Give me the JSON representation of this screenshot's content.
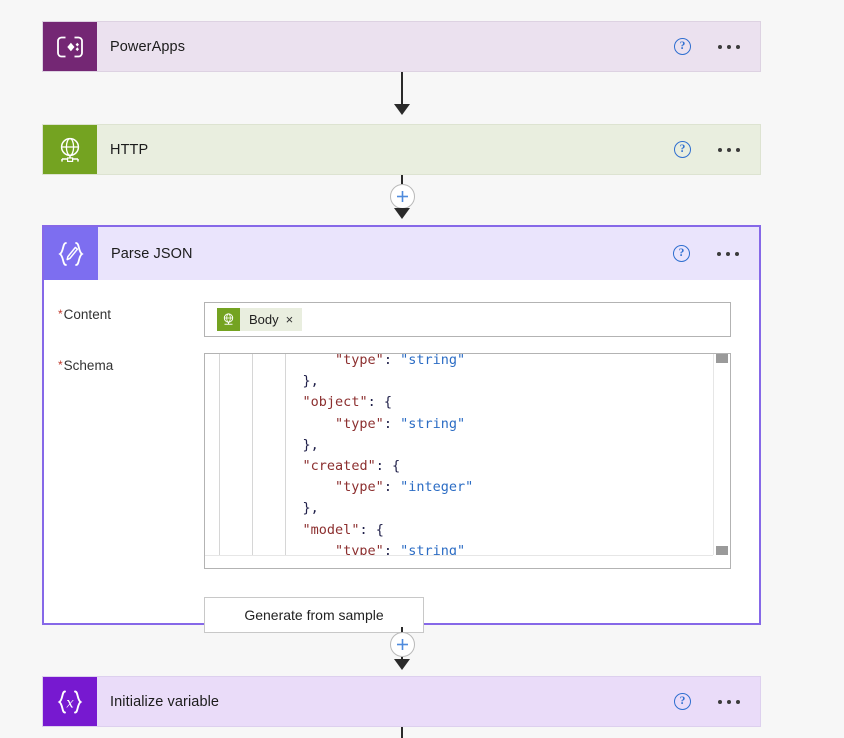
{
  "flow": {
    "nodes": [
      {
        "id": "powerapps",
        "title": "PowerApps",
        "icon": "powerapps-icon",
        "help_label": "?",
        "tile_color": "#742774",
        "row_color": "#EBE1EF"
      },
      {
        "id": "http",
        "title": "HTTP",
        "icon": "globe-network-icon",
        "help_label": "?",
        "tile_color": "#74A321",
        "row_color": "#E9EEDF"
      },
      {
        "id": "parse-json",
        "title": "Parse JSON",
        "icon": "json-braces-pencil-icon",
        "help_label": "?",
        "tile_color": "#7D6EF0",
        "row_color": "#EAE4FC",
        "border_color": "#8668E8"
      },
      {
        "id": "initialize-variable",
        "title": "Initialize variable",
        "icon": "braces-x-variable-icon",
        "help_label": "?",
        "tile_color": "#7719D0",
        "row_color": "#EADCF9"
      }
    ]
  },
  "parse_json": {
    "content_field": {
      "label": "Content",
      "required_marker": "*",
      "token": {
        "text": "Body",
        "icon": "globe-network-icon",
        "remove_label": "×"
      }
    },
    "schema_field": {
      "label": "Schema",
      "required_marker": "*",
      "lines": [
        [
          {
            "t": "                ",
            "c": "p"
          },
          {
            "t": "\"type\"",
            "c": "k"
          },
          {
            "t": ": ",
            "c": "p"
          },
          {
            "t": "\"string\"",
            "c": "v"
          }
        ],
        [
          {
            "t": "            },",
            "c": "p"
          }
        ],
        [
          {
            "t": "            ",
            "c": "p"
          },
          {
            "t": "\"object\"",
            "c": "k"
          },
          {
            "t": ": {",
            "c": "p"
          }
        ],
        [
          {
            "t": "                ",
            "c": "p"
          },
          {
            "t": "\"type\"",
            "c": "k"
          },
          {
            "t": ": ",
            "c": "p"
          },
          {
            "t": "\"string\"",
            "c": "v"
          }
        ],
        [
          {
            "t": "            },",
            "c": "p"
          }
        ],
        [
          {
            "t": "            ",
            "c": "p"
          },
          {
            "t": "\"created\"",
            "c": "k"
          },
          {
            "t": ": {",
            "c": "p"
          }
        ],
        [
          {
            "t": "                ",
            "c": "p"
          },
          {
            "t": "\"type\"",
            "c": "k"
          },
          {
            "t": ": ",
            "c": "p"
          },
          {
            "t": "\"integer\"",
            "c": "v"
          }
        ],
        [
          {
            "t": "            },",
            "c": "p"
          }
        ],
        [
          {
            "t": "            ",
            "c": "p"
          },
          {
            "t": "\"model\"",
            "c": "k"
          },
          {
            "t": ": {",
            "c": "p"
          }
        ],
        [
          {
            "t": "                ",
            "c": "p"
          },
          {
            "t": "\"type\"",
            "c": "k"
          },
          {
            "t": ": ",
            "c": "p"
          },
          {
            "t": "\"string\"",
            "c": "v"
          }
        ]
      ]
    },
    "generate_button": {
      "label": "Generate from sample"
    }
  },
  "connectors": {
    "add_step_label": "+"
  }
}
